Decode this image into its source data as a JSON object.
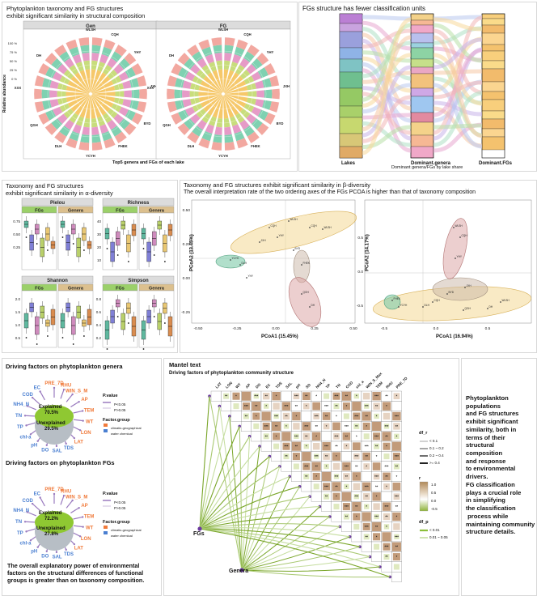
{
  "panel_a": {
    "title_line1": "Phytoplankton taxonomy and FG structures",
    "title_line2": "exhibit significant similarity in structural composition",
    "facet_left": "Gen",
    "facet_right": "FG",
    "ylabel": "Relative abundance",
    "y_ticks": [
      "100 %",
      "75 %",
      "50 %",
      "25 %",
      "0 %"
    ],
    "lakes": [
      "WLSH",
      "CQH",
      "YHY",
      "JXH",
      "BYD",
      "FHEK",
      "YCYH",
      "DLH",
      "QGH",
      "DH",
      "XXX"
    ],
    "xlabel": "Top5 genera and  FGs of each lake"
  },
  "panel_b": {
    "title": "FGs structure has fewer classification units",
    "axis_lakes": "Lakes",
    "axis_genera": "Dominant.genera",
    "axis_fgs": "Dominant.FGs",
    "subtitle": "Dominant genera/FGs by lake share"
  },
  "panel_c": {
    "title_line1": "Taxonomy and FG structures",
    "title_line2": "exhibit significant similarity in α-diversity",
    "facets": [
      {
        "name": "Pielou",
        "left": "FGs",
        "right": "Genera",
        "ticks": [
          "0.75",
          "0.50",
          "0.25"
        ]
      },
      {
        "name": "Richness",
        "left": "FGs",
        "right": "Genera",
        "ticks": [
          "40",
          "30",
          "20",
          "10"
        ]
      },
      {
        "name": "Shannon",
        "left": "FGs",
        "right": "Genera",
        "ticks": [
          "2.0",
          "1.5",
          "1.0",
          "0.5"
        ]
      },
      {
        "name": "Simpson",
        "left": "FGs",
        "right": "Genera",
        "ticks": [
          "0.8",
          "0.6",
          "0.4",
          "0.2"
        ]
      }
    ]
  },
  "panel_d": {
    "title_line1": "Taxonomy and FG structures exhibit significant similarity in β-diversity",
    "title_line2": "The overall interpretation rate of the two ordering axes of the FGs PCOA is higher than that of taxonomy composition",
    "left": {
      "xlabel": "PCoA1 (15.45%)",
      "ylabel": "PCoA2 (13.45%)",
      "x_ticks": [
        "-0.50",
        "-0.25",
        "0.00",
        "0.25",
        "0.50"
      ],
      "y_ticks": [
        "0.50",
        "0.25",
        "0.00",
        "-0.25"
      ]
    },
    "right": {
      "xlabel": "PCoA1 (16.94%)",
      "ylabel": "PCoA2 (14.17%)",
      "x_ticks": [
        "-0.5",
        "0.0",
        "0.5"
      ],
      "y_ticks": [
        "0.5",
        "0.0",
        "-0.5"
      ]
    },
    "point_labels": [
      "WLSH",
      "CQH",
      "YHY",
      "JXH",
      "BYD",
      "FHEK",
      "YCYH",
      "DLH",
      "QGH",
      "DH"
    ]
  },
  "panel_e": {
    "title_genera": "Driving factors on phytoplankton genera",
    "title_fgs": "Driving factors on phytoplankton FGs",
    "explained_label": "Explained",
    "unexplained_label": "Unexplained",
    "genera_explained": "70.5%",
    "genera_unexplained": "29.5%",
    "fgs_explained": "72.2%",
    "fgs_unexplained": "27.8%",
    "factors_geo": [
      "PRE_7D",
      "RHU",
      "WIN_S_M",
      "AP",
      "TEM",
      "WT",
      "LON",
      "LAT"
    ],
    "factors_water": [
      "TDS",
      "SAL",
      "DO",
      "pH",
      "chl-a",
      "TP",
      "TN",
      "NH4_N",
      "COD",
      "EC"
    ],
    "pvalue_title": "P.value",
    "p_sig": "P<0.05",
    "p_ns": "P>0.05",
    "group_title": "Factor.group",
    "group_geo": "climatic-geographical",
    "group_water": "water chemical",
    "conclusion": "The overall explanatory power of environmental factors on the structural differences of functional groups is greater than on taxonomy composition.",
    "colors": {
      "geo": "#f07a3a",
      "water": "#4a7fd1",
      "explained": "#8fc832",
      "unexplained": "#b7bec5"
    }
  },
  "panel_f": {
    "title": "Mantel text",
    "subtitle": "Driving factors of phytoplankton community structure",
    "factors": [
      "LAT",
      "LON",
      "WT",
      "AP",
      "DO",
      "EC",
      "TDS",
      "SAL",
      "pH",
      "SD",
      "NH4_N",
      "TP",
      "TN",
      "COD",
      "chl_a",
      "WIN_S_Max",
      "TEM",
      "RHU",
      "PRE_7D"
    ],
    "node_fgs": "FGs",
    "node_genera": "Genera",
    "legend_dfr_title": "df_r",
    "legend_dfr": [
      "< 0.1",
      "0.1 ~ 0.2",
      "0.2 ~ 0.4",
      ">= 0.4"
    ],
    "legend_r_title": "r",
    "legend_r_ticks": [
      "1.0",
      "0.5",
      "0.0",
      "-0.5"
    ],
    "legend_dfp_title": "df_p",
    "legend_dfp": [
      "< 0.01",
      "0.01 ~ 0.05"
    ]
  },
  "panel_g": {
    "text_lines": [
      "Phytoplankton",
      "populations",
      "and FG structures",
      "exhibit significant",
      "similarity, both in",
      "terms of their",
      "structural",
      "composition",
      "and response",
      "to environmental",
      "drivers.",
      "FG classification",
      "plays a crucial role",
      "in simplifying",
      "the classification",
      " process while",
      "maintaining community",
      "structure details."
    ]
  }
}
